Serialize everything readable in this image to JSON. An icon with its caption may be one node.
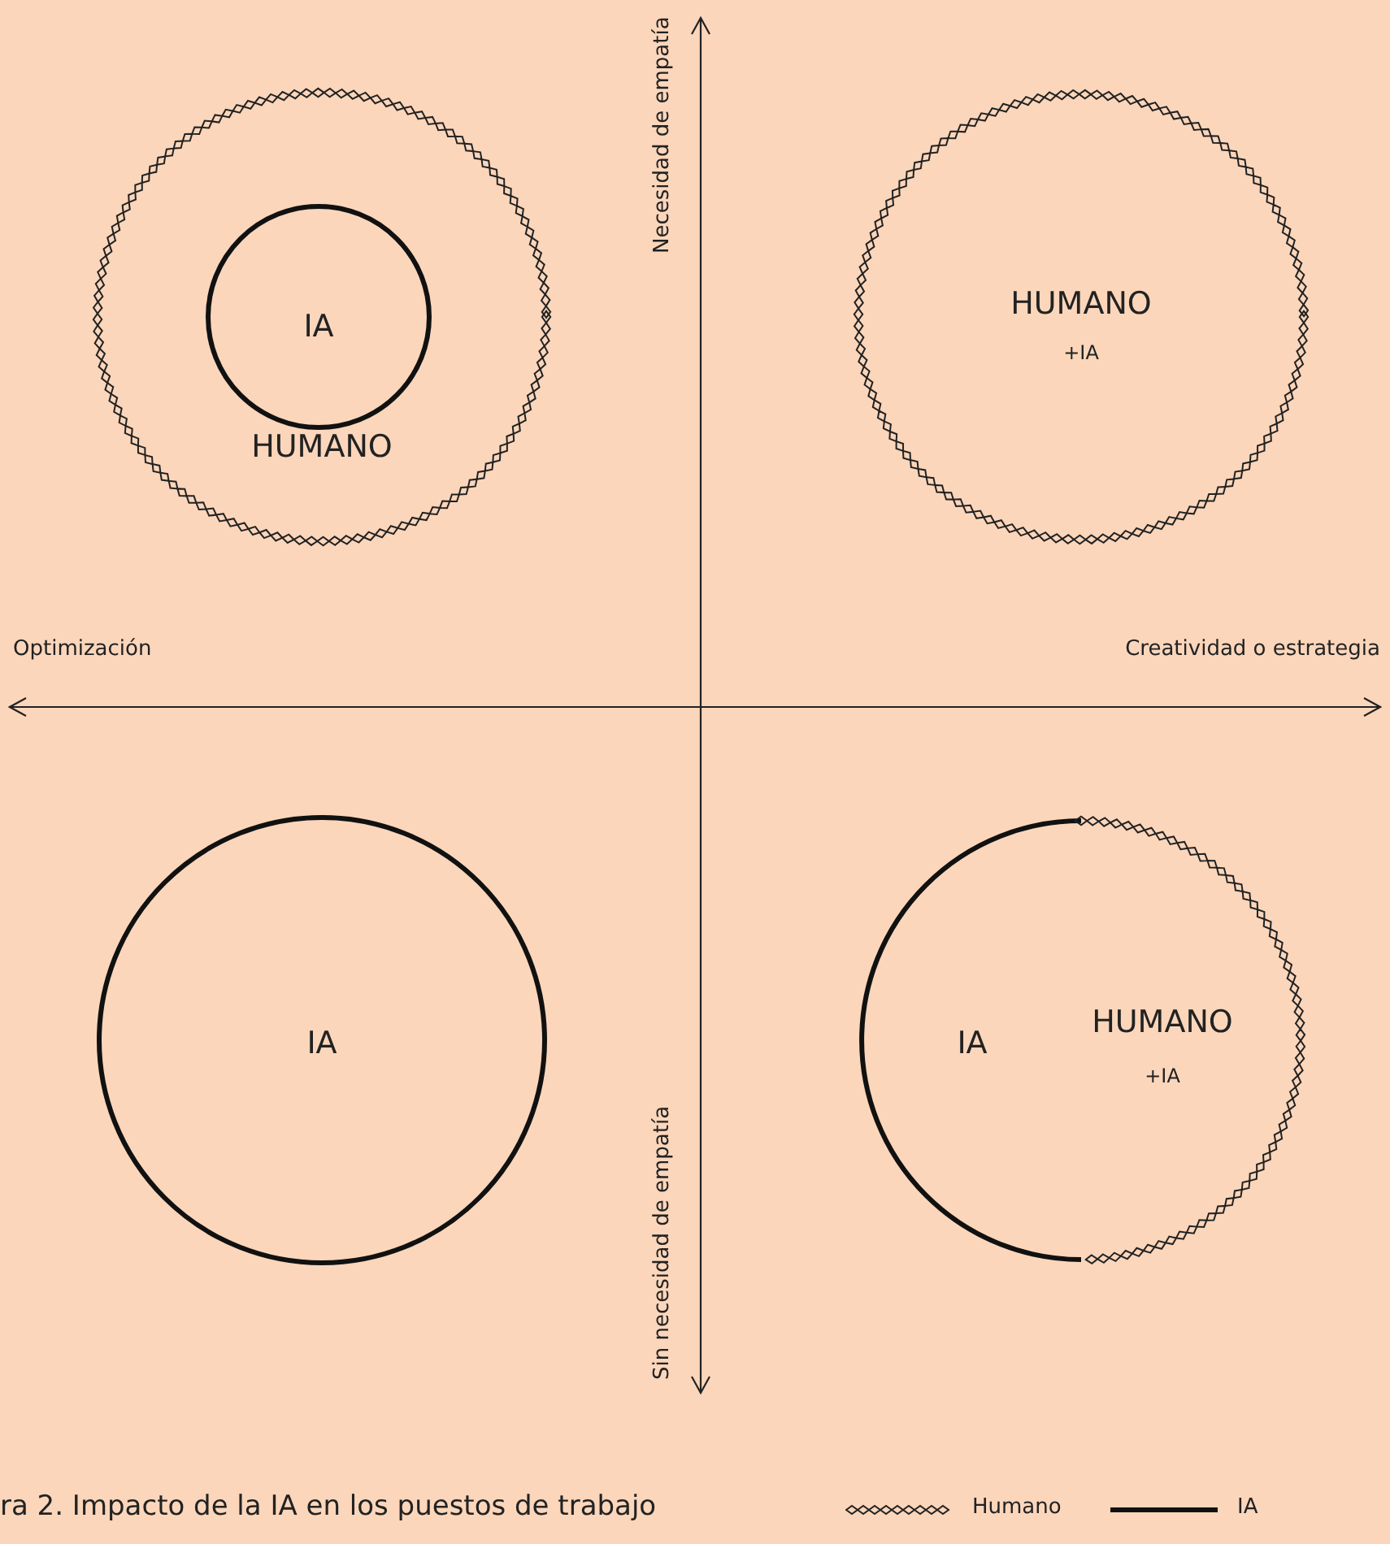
{
  "diagram": {
    "caption": "ra 2. Impacto de la IA en los puestos de trabajo",
    "nodes": [
      {
        "text": [
          "HUMANO"
        ]
      },
      {
        "text": [
          "IA"
        ],
        "in": 0
      },
      {
        "text": [
          "HUMANO",
          "+IA"
        ]
      },
      {
        "text": [
          "IA"
        ]
      },
      {
        "text": [
          "IA",
          "HUMANO",
          "+IA"
        ]
      }
    ],
    "labels": [
      "Necesidad de empatía",
      "Optimización",
      "Creatividad o estrategia",
      "Sin necesidad de empatía"
    ],
    "legend": [
      {
        "text": "Humano"
      },
      {
        "text": "IA"
      }
    ]
  }
}
